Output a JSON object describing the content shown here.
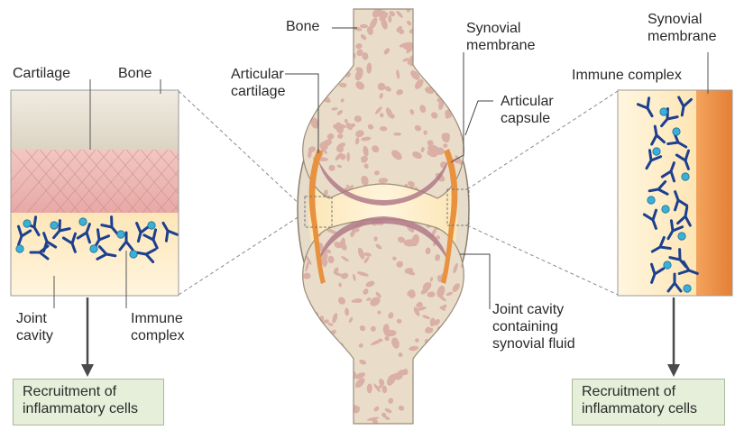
{
  "labels": {
    "bone_top": "Bone",
    "synovial_membrane_center": "Synovial\nmembrane",
    "articular_cartilage": "Articular\ncartilage",
    "articular_capsule": "Articular\ncapsule",
    "joint_cavity_fluid": "Joint cavity\ncontaining\nsynovial fluid",
    "left_cartilage": "Cartilage",
    "left_bone": "Bone",
    "left_joint_cavity": "Joint\ncavity",
    "left_immune_complex": "Immune\ncomplex",
    "right_synovial_membrane": "Synovial\nmembrane",
    "right_immune_complex": "Immune complex"
  },
  "outcomes": {
    "left": "Recruitment of\ninflammatory cells",
    "right": "Recruitment of\ninflammatory cells"
  },
  "colors": {
    "bone": "#e6d9c6",
    "bone_pores": "#d9a9a0",
    "cartilage": "#e8b7b3",
    "capsule": "#e8dcc8",
    "synovial_membrane": "#e9914a",
    "fluid": "#fde9c3",
    "antibody": "#1d3f8f",
    "antigen": "#3ab0d8",
    "arrow": "#4a4a4a"
  }
}
